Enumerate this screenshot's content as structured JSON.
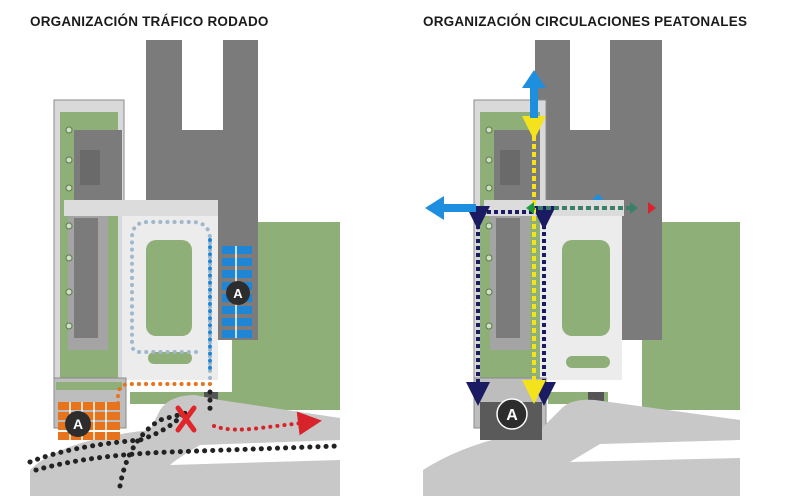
{
  "left_panel": {
    "title": "ORGANIZACIÓN TRÁFICO RODADO",
    "marker_label": "A"
  },
  "right_panel": {
    "title": "ORGANIZACIÓN CIRCULACIONES PEATONALES",
    "marker_label": "A"
  },
  "colors": {
    "building_dark": "#7b7b7b",
    "green_area": "#8faf78",
    "road_grey": "#c8c8c8",
    "light_pavement": "#e4e4e4",
    "vehicle_route_black": "#222222",
    "vehicle_route_orange": "#e8731d",
    "vehicle_route_red": "#d8232a",
    "vehicle_route_lightblue": "#9fb8cc",
    "vehicle_route_blue": "#1f86d6",
    "pedestrian_navy": "#1b1b63",
    "pedestrian_yellow": "#f4e21c",
    "pedestrian_teal": "#3b7f6a",
    "pedestrian_blue": "#1e8ede",
    "prohibited_cross": "#e0262b"
  }
}
